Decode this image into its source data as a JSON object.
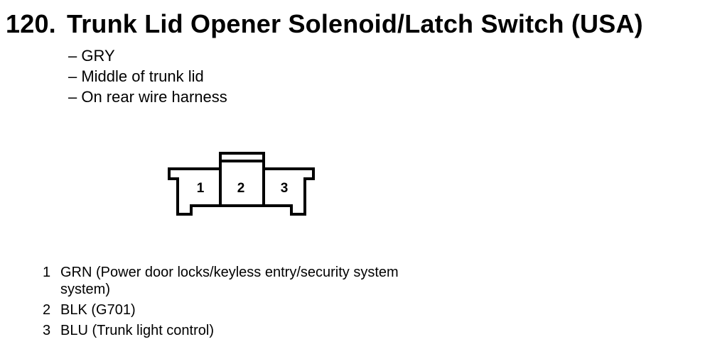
{
  "title": {
    "number": "120.",
    "text": "Trunk Lid Opener Solenoid/Latch Switch (USA)"
  },
  "notes": [
    "– GRY",
    "– Middle of trunk lid",
    "– On rear wire harness"
  ],
  "connector": {
    "pin_labels": [
      "1",
      "2",
      "3"
    ]
  },
  "pins": [
    {
      "num": "1",
      "desc": "GRN (Power door locks/keyless entry/security system\nsystem)"
    },
    {
      "num": "2",
      "desc": "BLK (G701)"
    },
    {
      "num": "3",
      "desc": "BLU (Trunk light control)"
    }
  ]
}
